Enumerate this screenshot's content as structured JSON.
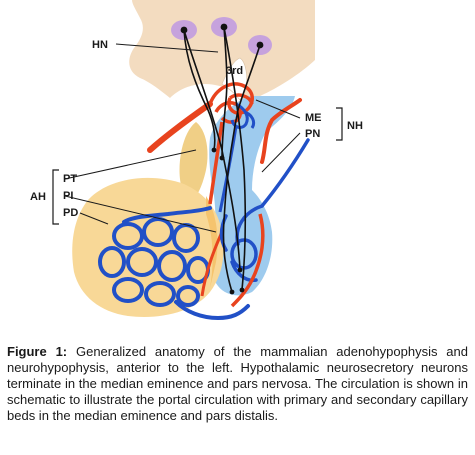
{
  "figure": {
    "labels": {
      "hn": "HN",
      "third": "3rd",
      "me": "ME",
      "pn": "PN",
      "nh": "NH",
      "pt": "PT",
      "pi": "PI",
      "pd": "PD",
      "ah": "AH"
    },
    "colors": {
      "hypothalamus": "#f3dcc0",
      "nuclei": "#c6a2dd",
      "neurohypophysis": "#9ecbee",
      "adenohypophysis": "#f8d897",
      "pars_tuberalis": "#f0cf86",
      "arteries": "#e8431e",
      "veins": "#2150c7",
      "neurons": "#111111"
    }
  },
  "caption": {
    "label": "Figure 1:",
    "text": " Generalized anatomy of the mammalian adenohypophysis and neurohypophysis, anterior to the left. Hypothalamic neurosecretory neurons terminate in the median eminence and pars nervosa. The circulation is shown in schematic to illustrate the portal circulation with primary and secondary capillary beds in the median eminence and pars distalis."
  }
}
